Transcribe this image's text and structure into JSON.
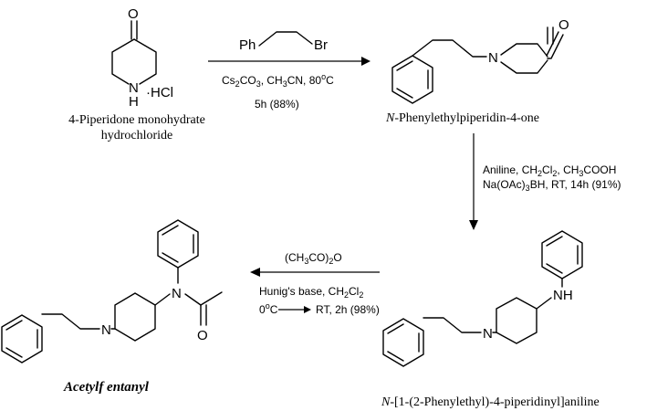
{
  "atoms": {
    "O": "O",
    "H": "H",
    "N": "N",
    "HCl": "·HCl",
    "Ph": "Ph",
    "Br": "Br",
    "NH": "NH"
  },
  "compounds": {
    "start": "4-Piperidone monohydrate",
    "start_line2": "hydrochloride",
    "intermediate1": "Phenylethylpiperidin-4-one",
    "intermediate1_prefix": "N",
    "intermediate2_prefix": "N",
    "intermediate2": "-[1-(2-Phenylethyl)-4-piperidinyl]aniline",
    "product": "Acetylf entanyl"
  },
  "steps": {
    "step1": {
      "cs": "Cs",
      "co": "CO",
      "ch3cn": ", CH",
      "cn": "CN, 80",
      "deg": "o",
      "c": "C",
      "time": "5h (88%)"
    },
    "step2": {
      "line1_a": "Aniline, CH",
      "line1_b": "Cl",
      "line1_c": ", CH",
      "line1_d": "COOH",
      "line2_a": "Na(OAc)",
      "line2_b": "BH, RT, 14h (91%)"
    },
    "step3": {
      "reagent_a": "(CH",
      "reagent_b": "CO)",
      "reagent_c": "O",
      "base_a": "Hunig's base, CH",
      "base_b": "Cl",
      "temp_a": "0",
      "temp_deg": "o",
      "temp_c": "C",
      "temp_b": "RT, 2h  (98%)"
    }
  },
  "subscripts": {
    "two": "2",
    "three": "3"
  }
}
